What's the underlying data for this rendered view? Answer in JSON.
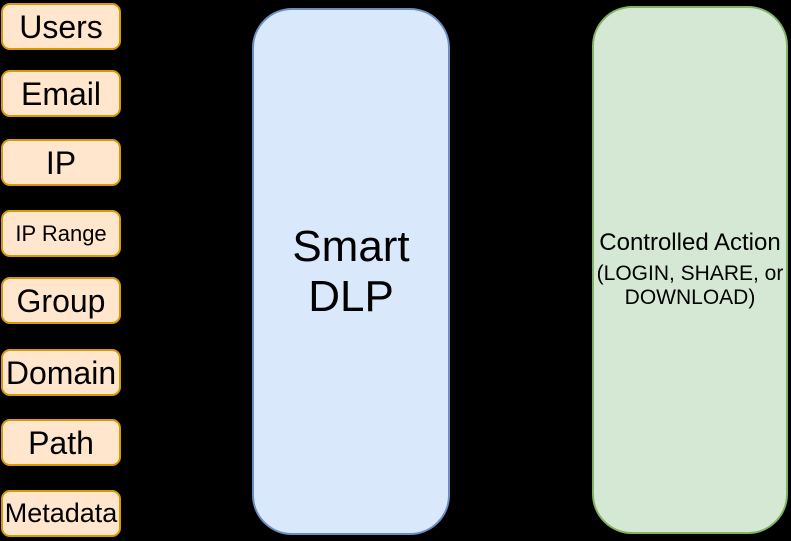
{
  "canvas": {
    "background": "#000000"
  },
  "sources": {
    "fill": "#FFE6CC",
    "border_color": "#D79B00",
    "items": [
      {
        "label": "Users"
      },
      {
        "label": "Email"
      },
      {
        "label": "IP"
      },
      {
        "label": "IP Range"
      },
      {
        "label": "Group"
      },
      {
        "label": "Domain"
      },
      {
        "label": "Path"
      },
      {
        "label": "Metadata"
      }
    ]
  },
  "processor": {
    "label": "Smart DLP",
    "fill": "#DAE8FC",
    "border_color": "#6C8EBF"
  },
  "action": {
    "title": "Controlled Action",
    "subtitle": "(LOGIN, SHARE, or DOWNLOAD)",
    "fill": "#D5E8D4",
    "border_color": "#82B366"
  }
}
